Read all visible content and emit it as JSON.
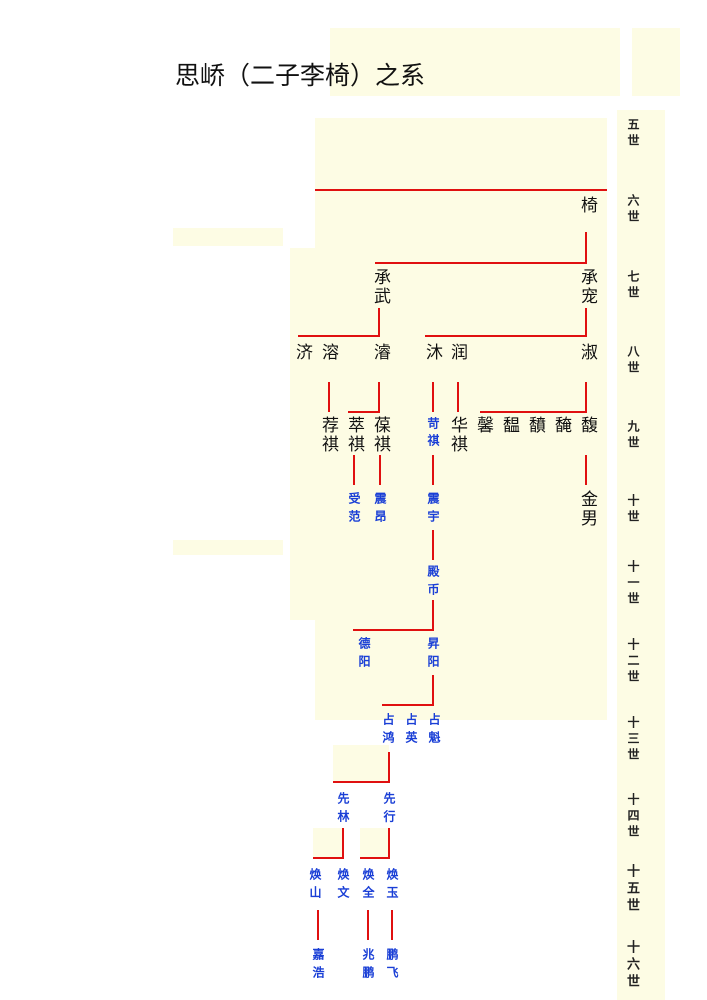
{
  "title": "思峤（二子李椅）之系",
  "generations": [
    "五世",
    "六世",
    "七世",
    "八世",
    "九世",
    "十世",
    "十一世",
    "十二世",
    "十三世",
    "十四世",
    "十五世",
    "十六世"
  ],
  "people": {
    "g6": [
      "椅"
    ],
    "g7": [
      "承武",
      "承宠"
    ],
    "g8": [
      "济",
      "溶",
      "濬",
      "沐",
      "润",
      "淑"
    ],
    "g9": [
      "荐祺",
      "萃祺",
      "葆祺",
      "苛祺",
      "华祺",
      "馨",
      "馧",
      "馩",
      "馣",
      "馥"
    ],
    "g10": [
      "受范",
      "震昂",
      "震宇",
      "金男"
    ],
    "g11": [
      "殿币"
    ],
    "g12": [
      "德阳",
      "昇阳"
    ],
    "g13": [
      "占鸿",
      "占英",
      "占魁"
    ],
    "g14": [
      "先林",
      "先行"
    ],
    "g15": [
      "焕山",
      "焕文",
      "焕全",
      "焕玉"
    ],
    "g16": [
      "嘉浩",
      "兆鹏",
      "鹏飞"
    ]
  },
  "colors": {
    "line": "#e01010",
    "background": "#fdfce4",
    "blue_name": "#1a3fd6"
  }
}
